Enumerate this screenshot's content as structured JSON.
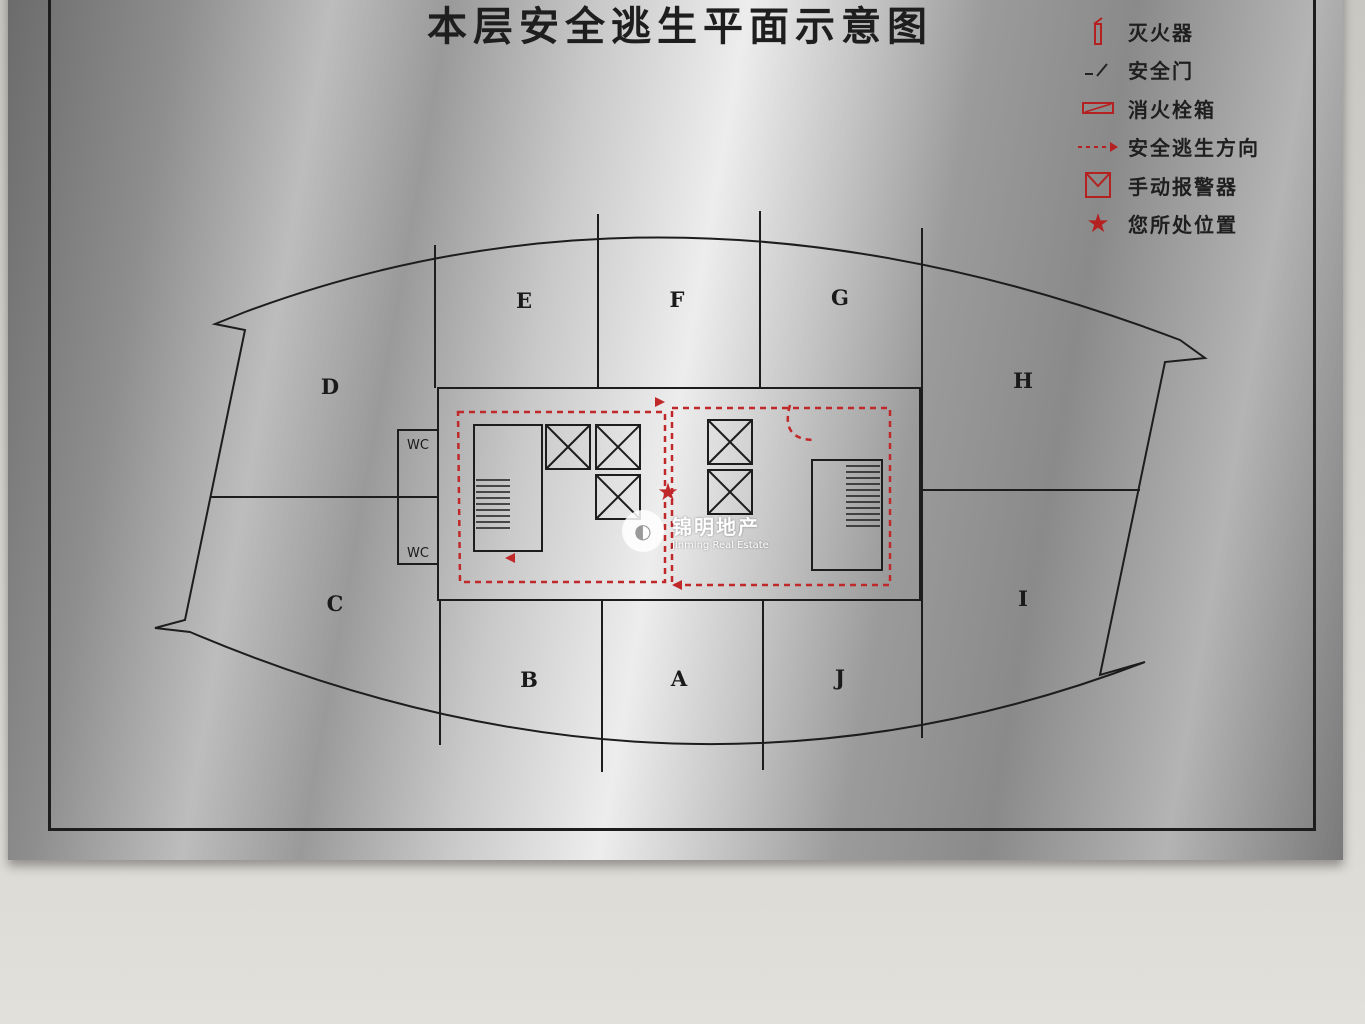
{
  "sign": {
    "title": "本层安全逃生平面示意图",
    "legend": [
      {
        "icon": "fire-extinguisher-icon",
        "symbol": "▯",
        "label": "灭火器"
      },
      {
        "icon": "safety-door-icon",
        "symbol": "⌐/",
        "label": "安全门"
      },
      {
        "icon": "fire-hydrant-box-icon",
        "symbol": "▭",
        "label": "消火栓箱"
      },
      {
        "icon": "escape-direction-arrow-icon",
        "symbol": "- - →",
        "label": "安全逃生方向"
      },
      {
        "icon": "manual-alarm-icon",
        "symbol": "⊠",
        "label": "手动报警器"
      },
      {
        "icon": "you-are-here-star-icon",
        "symbol": "★",
        "label": "您所处位置"
      }
    ],
    "rooms": [
      "A",
      "B",
      "C",
      "D",
      "E",
      "F",
      "G",
      "H",
      "I",
      "J"
    ],
    "restrooms": [
      "WC",
      "WC"
    ]
  },
  "watermark": {
    "name_cn": "锦明地产",
    "name_en": "Jinming Real Estate"
  },
  "colors": {
    "escape_route": "#c0282a",
    "plate_metal": "#b9b9b9",
    "engraving": "#1d1d1d"
  }
}
